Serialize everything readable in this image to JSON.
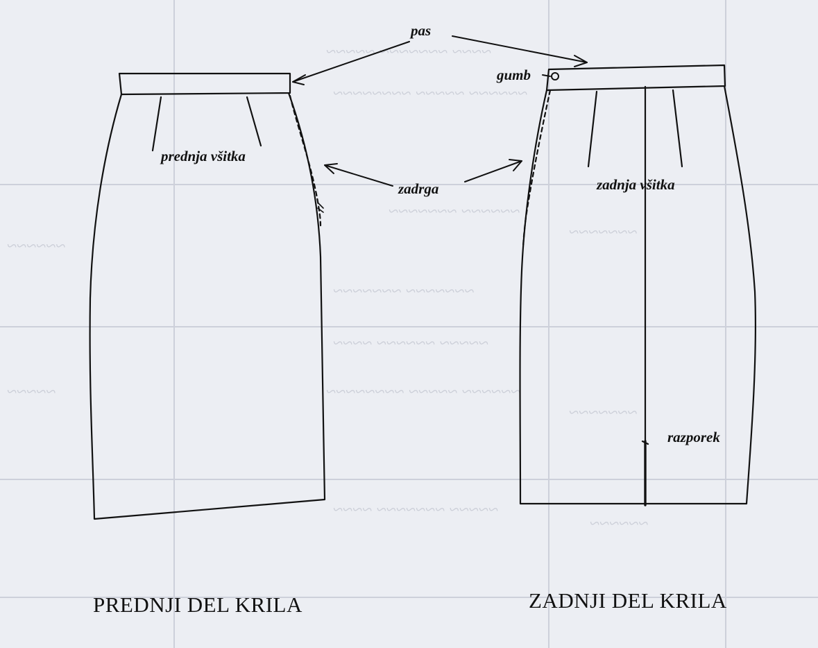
{
  "labels": {
    "pas": "pas",
    "gumb": "gumb",
    "prednja_vsitka": "prednja všitka",
    "zadrga": "zadrga",
    "zadnja_vsitka": "zadnja všitka",
    "razporek": "razporek"
  },
  "captions": {
    "front": "PREDNJI DEL KRILA",
    "back": "ZADNJI DEL KRILA"
  },
  "colors": {
    "ink": "#111111",
    "paper": "#eceef3",
    "bleed_through": "#c9ccd6"
  }
}
